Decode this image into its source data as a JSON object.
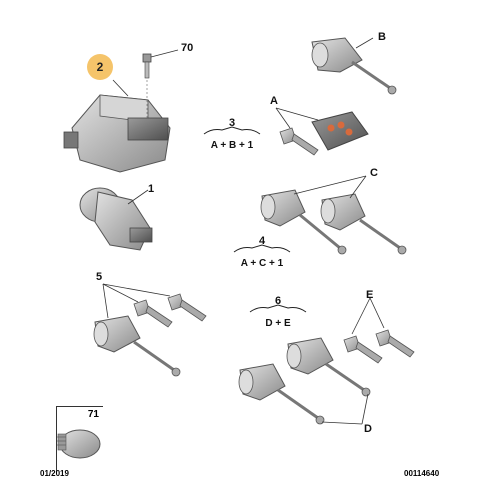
{
  "callouts": {
    "p2": "2",
    "p70": "70",
    "p1": "1",
    "p3": "3",
    "p4": "4",
    "p5": "5",
    "p6": "6",
    "p71": "71",
    "pA": "A",
    "pB": "B",
    "pC": "C",
    "pD": "D",
    "pE": "E"
  },
  "formulas": {
    "f3": "A + B + 1",
    "f4": "A + C + 1",
    "f6": "D + E"
  },
  "footer": {
    "date": "01/2019",
    "reference": "00114640"
  },
  "colors": {
    "part_fill": "#c9c9c9",
    "part_shade": "#8f8f8f",
    "highlight": "#f5c46a",
    "key_fob": "#d86a3c"
  }
}
